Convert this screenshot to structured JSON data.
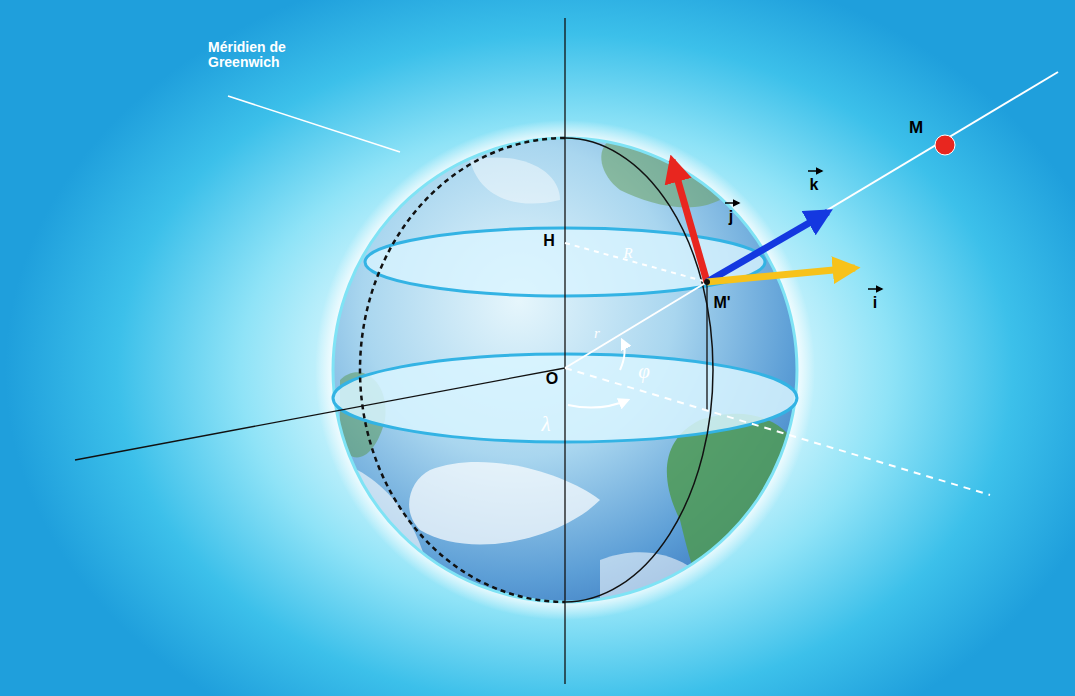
{
  "diagram": {
    "labels": [
      "Méridien de Greenwich",
      "M",
      "H",
      "R",
      "M'",
      "O",
      "r",
      "φ",
      "λ",
      "j",
      "k",
      "i"
    ]
  }
}
